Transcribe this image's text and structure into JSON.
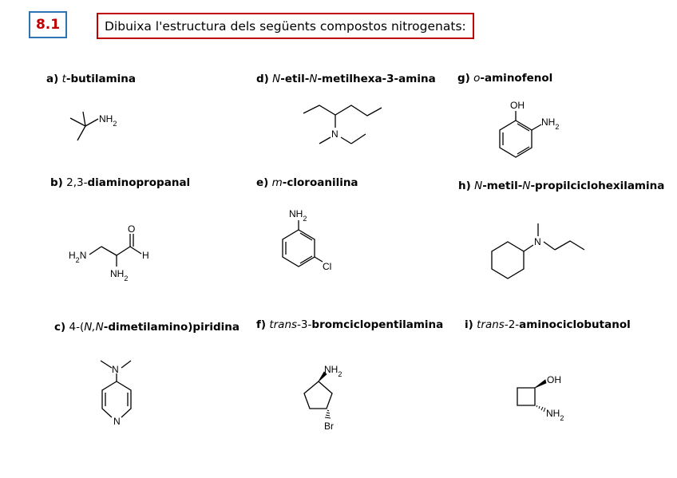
{
  "exercise": {
    "number": "8.1",
    "instruction": "Dibuixa l'estructura dels següents compostos nitrogenats:"
  },
  "items": [
    {
      "letter": "a)",
      "pre": "",
      "italic": "t",
      "name": "-butilamina",
      "atoms": [
        "NH2"
      ]
    },
    {
      "letter": "b)",
      "pre": "",
      "italic": "",
      "name_plain": "2,3-",
      "name": "diaminopropanal",
      "atoms": [
        "O",
        "H",
        "H2N",
        "NH2"
      ]
    },
    {
      "letter": "c)",
      "pre": "4-(",
      "italic": "N,N",
      "name": "-dimetilamino)piridina",
      "atoms": [
        "N",
        "N"
      ]
    },
    {
      "letter": "d)",
      "pre": "",
      "italic": "N",
      "name": "-etil-",
      "italic2": "N",
      "name2": "-metilhexa-3-amina",
      "atoms": [
        "N"
      ]
    },
    {
      "letter": "e)",
      "pre": "",
      "italic": "m",
      "name": "-cloroanilina",
      "atoms": [
        "NH2",
        "Cl"
      ]
    },
    {
      "letter": "f)",
      "pre": "",
      "italic": "trans",
      "name_plain": "-3-",
      "name": "bromciclopentilamina",
      "atoms": [
        "NH2",
        "Br"
      ]
    },
    {
      "letter": "g)",
      "pre": "",
      "italic": "o",
      "name": "-aminofenol",
      "atoms": [
        "OH",
        "NH2"
      ]
    },
    {
      "letter": "h)",
      "pre": "",
      "italic": "N",
      "name": "-metil-",
      "italic2": "N",
      "name2": "-propilciclohexilamina",
      "atoms": [
        "N"
      ]
    },
    {
      "letter": "i)",
      "pre": "",
      "italic": "trans",
      "name_plain": "-2-",
      "name": "aminociclobutanol",
      "atoms": [
        "OH",
        "NH2"
      ]
    }
  ],
  "colors": {
    "number_text": "#c00000",
    "number_border": "#2e74b5",
    "title_border": "#c00000"
  }
}
